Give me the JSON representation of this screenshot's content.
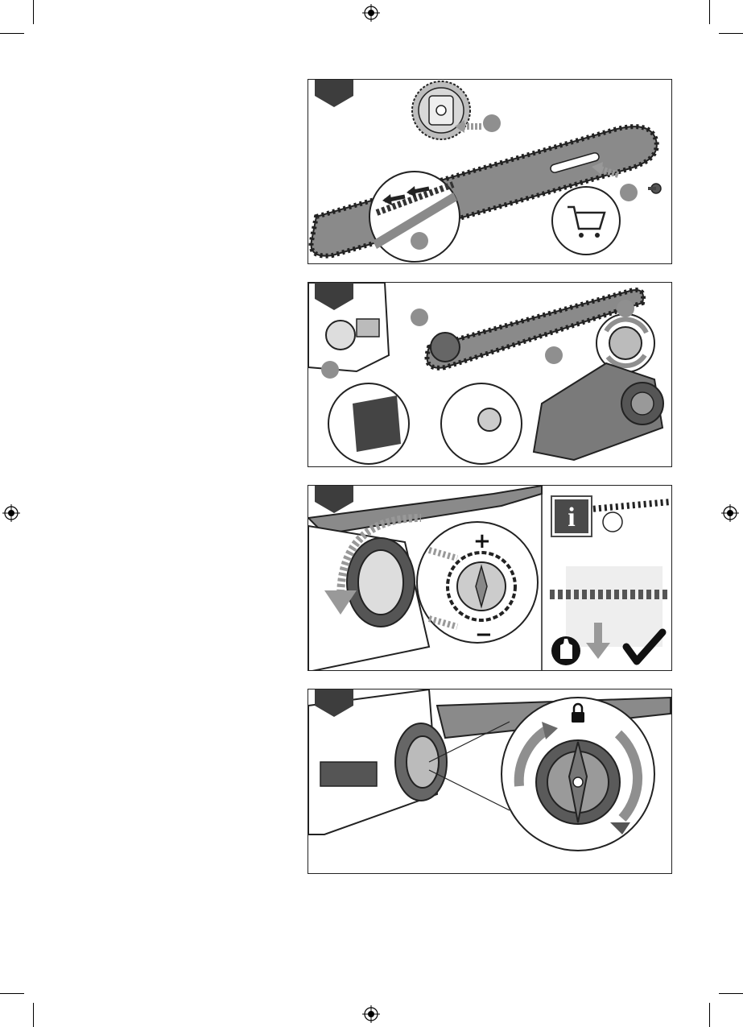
{
  "page": {
    "background": "#ffffff",
    "accent_gray": "#8f8f8f",
    "dark_gray": "#3d3d3d"
  },
  "figures": [
    {
      "id": "fig1",
      "description_icons": [
        "step-tab-icon",
        "sprocket-cover-icon",
        "chain-bar-icon",
        "chain-detail-icon",
        "shopping-cart-icon",
        "screw-icon"
      ],
      "callout_markers": 3
    },
    {
      "id": "fig2",
      "description_icons": [
        "step-tab-icon",
        "saw-body-icon",
        "chain-bar-icon",
        "tension-knob-icon",
        "side-cover-icon"
      ],
      "callout_markers": 4
    },
    {
      "id": "fig3",
      "description_icons": [
        "step-tab-icon",
        "tension-knob-icon",
        "info-icon",
        "glove-icon",
        "check-icon"
      ],
      "plus_symbol": "+",
      "minus_symbol": "−",
      "info_symbol": "i"
    },
    {
      "id": "fig4",
      "description_icons": [
        "step-tab-icon",
        "tension-knob-icon",
        "lock-icon"
      ]
    }
  ]
}
